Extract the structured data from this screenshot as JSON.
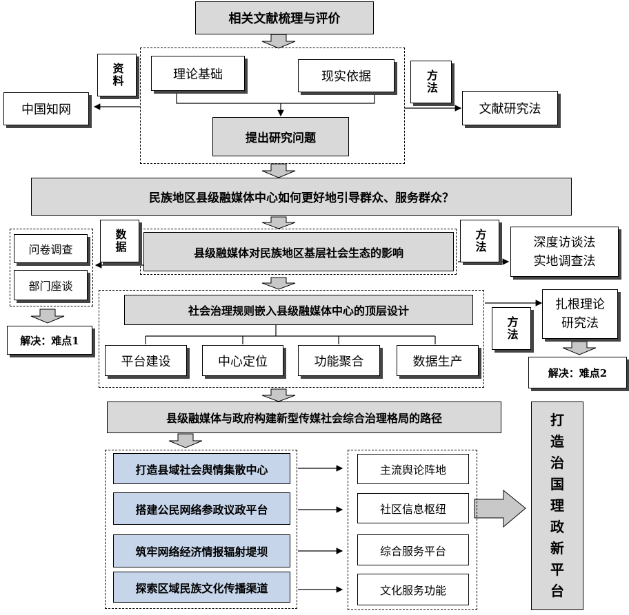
{
  "top": "相关文献梳理与评价",
  "section1": {
    "basis_theory": "理论基础",
    "basis_reality": "现实依据",
    "question": "提出研究问题",
    "source_tag": "资料",
    "source": "中国知网",
    "method_tag": "方法",
    "method": "文献研究法"
  },
  "main_question": "民族地区县级融媒体中心如何更好地引导群众、服务群众？",
  "section2": {
    "impact": "县级融媒体对民族地区基层社会生态的影响",
    "data_tag": "数据",
    "data_items": [
      "问卷调查",
      "部门座谈"
    ],
    "solve1": "解决：难点1",
    "method_tag": "方法",
    "methods": [
      "深度访谈法",
      "实地调查法"
    ]
  },
  "section3": {
    "design": "社会治理规则嵌入县级融媒体中心的顶层设计",
    "items": [
      "平台建设",
      "中心定位",
      "功能聚合",
      "数据生产"
    ],
    "method_tag": "方法",
    "method": [
      "扎根理论",
      "研究法"
    ],
    "solve2": "解决：难点2"
  },
  "path": "县级融媒体与政府构建新型传媒社会综合治理格局的路径",
  "paths": [
    "打造县域社会舆情集散中心",
    "搭建公民网络参政议政平台",
    "筑牢网络经济情报辐射堤坝",
    "探索区域民族文化传播渠道"
  ],
  "outcomes": [
    "主流舆论阵地",
    "社区信息枢纽",
    "综合服务平台",
    "文化服务功能"
  ],
  "final": [
    "打",
    "造",
    "治",
    "国",
    "理",
    "政",
    "新",
    "平",
    "台"
  ]
}
